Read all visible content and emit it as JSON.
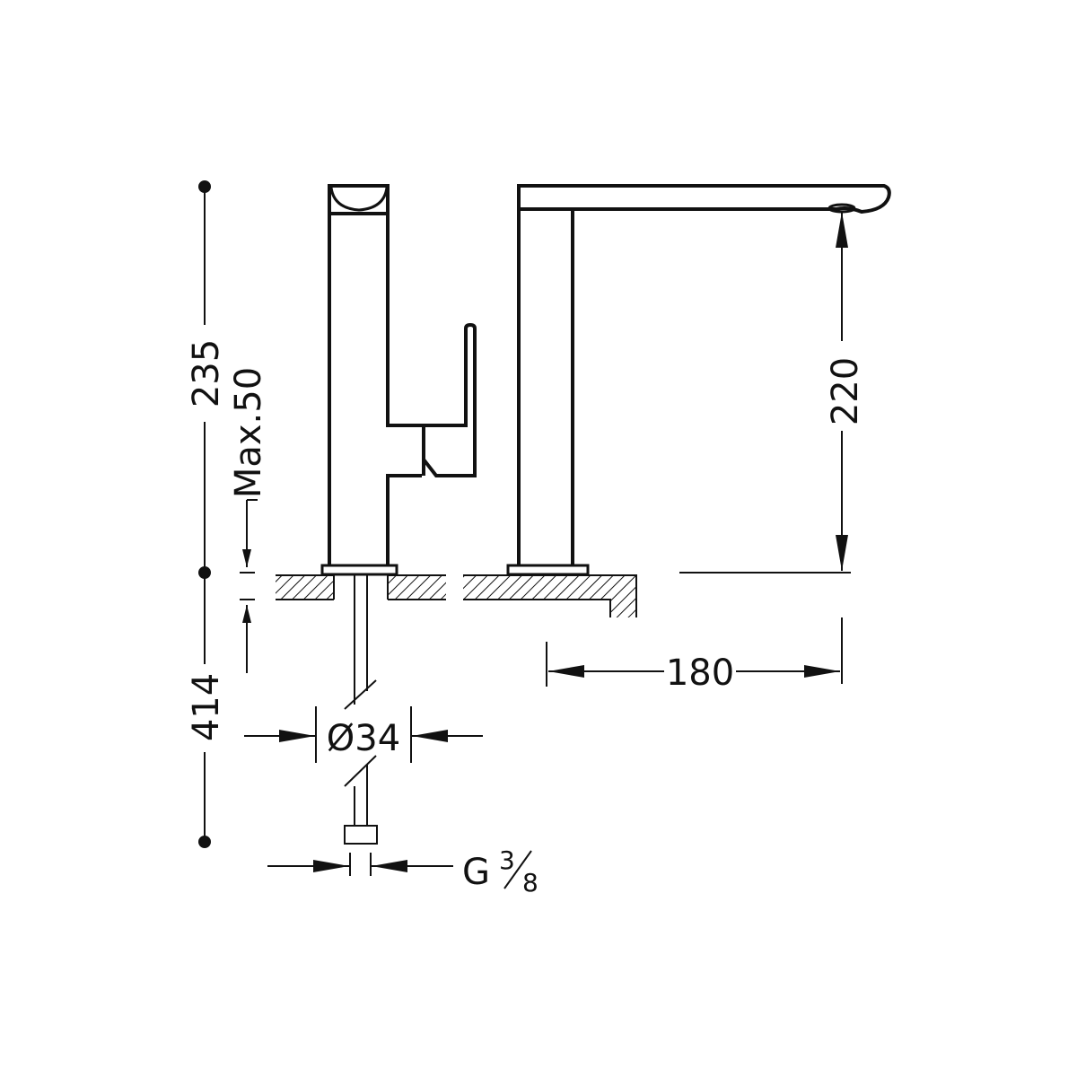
{
  "drawing": {
    "title": "Faucet dimension drawing",
    "colors": {
      "line": "#111111",
      "background": "#ffffff"
    },
    "dimensions": {
      "total_height_above": "235",
      "max_counter_thickness": "Max.50",
      "spout_height": "220",
      "spout_reach": "180",
      "hose_length_below": "414",
      "body_diameter": "Ø34",
      "connection_thread_main": "G",
      "connection_thread_num": "3",
      "connection_thread_den": "8"
    }
  }
}
